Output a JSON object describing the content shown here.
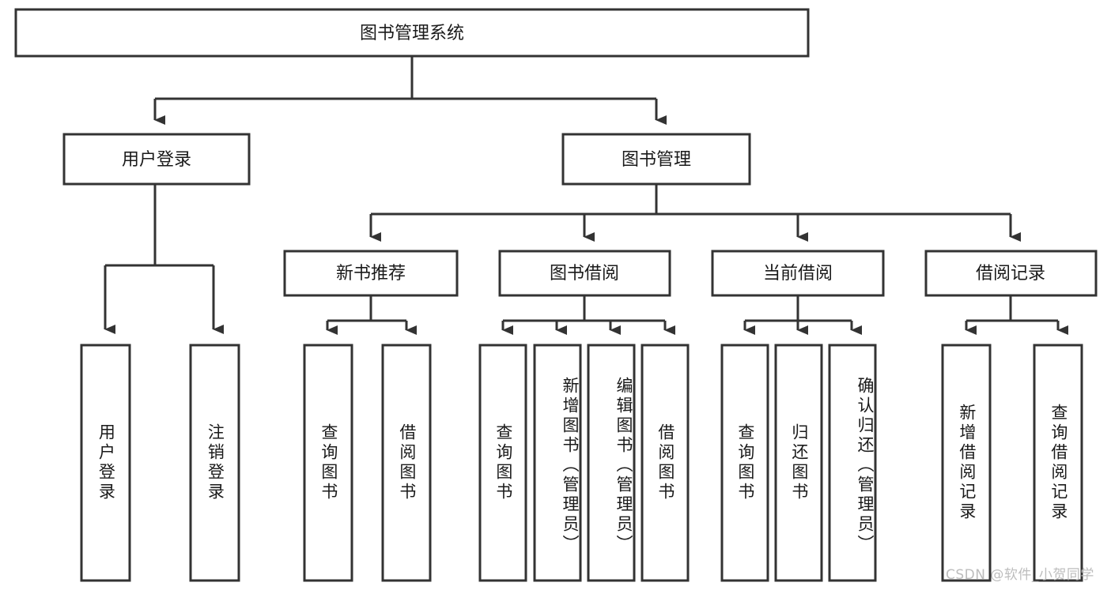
{
  "diagram": {
    "type": "tree-hierarchy",
    "title": "图书管理系统",
    "root": {
      "id": "root",
      "label": "图书管理系统",
      "orientation": "horizontal"
    },
    "level2": [
      {
        "id": "user-login",
        "label": "用户登录",
        "orientation": "horizontal"
      },
      {
        "id": "book-management",
        "label": "图书管理",
        "orientation": "horizontal"
      }
    ],
    "level3": [
      {
        "id": "new-book-recommend",
        "label": "新书推荐",
        "parent": "book-management",
        "orientation": "horizontal"
      },
      {
        "id": "book-borrow",
        "label": "图书借阅",
        "parent": "book-management",
        "orientation": "horizontal"
      },
      {
        "id": "current-borrow",
        "label": "当前借阅",
        "parent": "book-management",
        "orientation": "horizontal"
      },
      {
        "id": "borrow-record",
        "label": "借阅记录",
        "parent": "book-management",
        "orientation": "horizontal"
      }
    ],
    "leaves": [
      {
        "id": "leaf-user-login",
        "label": "用户登录",
        "parent": "user-login",
        "orientation": "vertical"
      },
      {
        "id": "leaf-logout",
        "label": "注销登录",
        "parent": "user-login",
        "orientation": "vertical"
      },
      {
        "id": "leaf-query-book-1",
        "label": "查询图书",
        "parent": "new-book-recommend",
        "orientation": "vertical"
      },
      {
        "id": "leaf-borrow-book-1",
        "label": "借阅图书",
        "parent": "new-book-recommend",
        "orientation": "vertical"
      },
      {
        "id": "leaf-query-book-2",
        "label": "查询图书",
        "parent": "book-borrow",
        "orientation": "vertical"
      },
      {
        "id": "leaf-add-book",
        "label": "新增图书（管理员）",
        "parent": "book-borrow",
        "orientation": "vertical"
      },
      {
        "id": "leaf-edit-book",
        "label": "编辑图书（管理员）",
        "parent": "book-borrow",
        "orientation": "vertical"
      },
      {
        "id": "leaf-borrow-book-2",
        "label": "借阅图书",
        "parent": "book-borrow",
        "orientation": "vertical"
      },
      {
        "id": "leaf-query-book-3",
        "label": "查询图书",
        "parent": "current-borrow",
        "orientation": "vertical"
      },
      {
        "id": "leaf-return-book",
        "label": "归还图书",
        "parent": "current-borrow",
        "orientation": "vertical"
      },
      {
        "id": "leaf-confirm-return",
        "label": "确认归还（管理员）",
        "parent": "current-borrow",
        "orientation": "vertical"
      },
      {
        "id": "leaf-add-record",
        "label": "新增借阅记录",
        "parent": "borrow-record",
        "orientation": "vertical"
      },
      {
        "id": "leaf-query-record",
        "label": "查询借阅记录",
        "parent": "borrow-record",
        "orientation": "vertical"
      }
    ],
    "colors": {
      "stroke": "#333333",
      "fill": "#ffffff",
      "text": "#1a1a1a",
      "watermark": "#bdbdbd"
    }
  },
  "watermark": {
    "text": "CSDN @软件_小贺同学"
  }
}
